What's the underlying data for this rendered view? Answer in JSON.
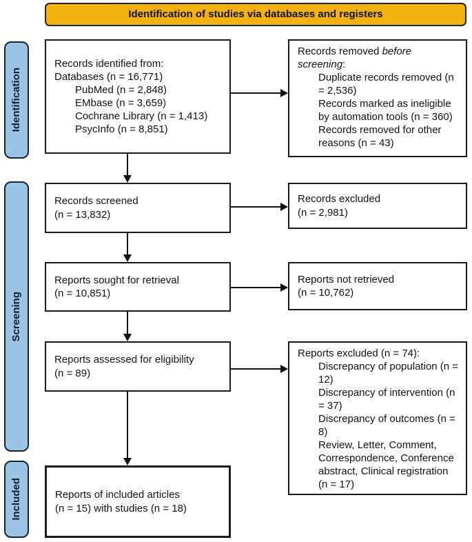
{
  "banner": {
    "label": "Identification of studies via databases and registers"
  },
  "colors": {
    "banner_bg": "#F2B20E",
    "stage_bg": "#9DC3E6",
    "line": "#111111"
  },
  "stages": [
    {
      "label": "Identification"
    },
    {
      "label": "Screening"
    },
    {
      "label": "Included"
    }
  ],
  "boxes": {
    "records_identified": {
      "line1": "Records identified from:",
      "line2": "Databases (n = 16,771)",
      "indented": [
        "PubMed (n = 2,848)",
        "EMbase (n = 3,659)",
        "Cochrane Library (n = 1,413)",
        "PsycInfo (n = 8,851)"
      ]
    },
    "records_removed": {
      "intro_normal": "Records removed ",
      "intro_italic": "before screening",
      "intro_suffix": ":",
      "items": [
        "Duplicate records removed (n = 2,536)",
        "Records marked as ineligible by automation tools (n = 360)",
        "Records removed for other reasons (n = 43)"
      ]
    },
    "records_screened": {
      "line1": "Records screened",
      "line2": "(n = 13,832)"
    },
    "records_excluded": {
      "line1": "Records excluded",
      "line2": "(n = 2,981)"
    },
    "reports_sought": {
      "line1": "Reports sought for retrieval",
      "line2": "(n = 10,851)"
    },
    "reports_not_retrieved": {
      "line1": "Reports not retrieved",
      "line2": "(n = 10,762)"
    },
    "reports_assessed": {
      "line1": "Reports assessed for eligibility",
      "line2": "(n = 89)"
    },
    "reports_excluded": {
      "title": "Reports excluded (n = 74):",
      "items": [
        "Discrepancy of population (n = 12)",
        "Discrepancy of intervention (n = 37)",
        "Discrepancy of outcomes (n = 8)",
        "Review, Letter, Comment, Correspondence, Conference abstract, Clinical registration (n = 17)"
      ]
    },
    "included_reports": {
      "line1": "Reports of included articles",
      "line2": "(n = 15) with studies (n = 18)"
    }
  }
}
